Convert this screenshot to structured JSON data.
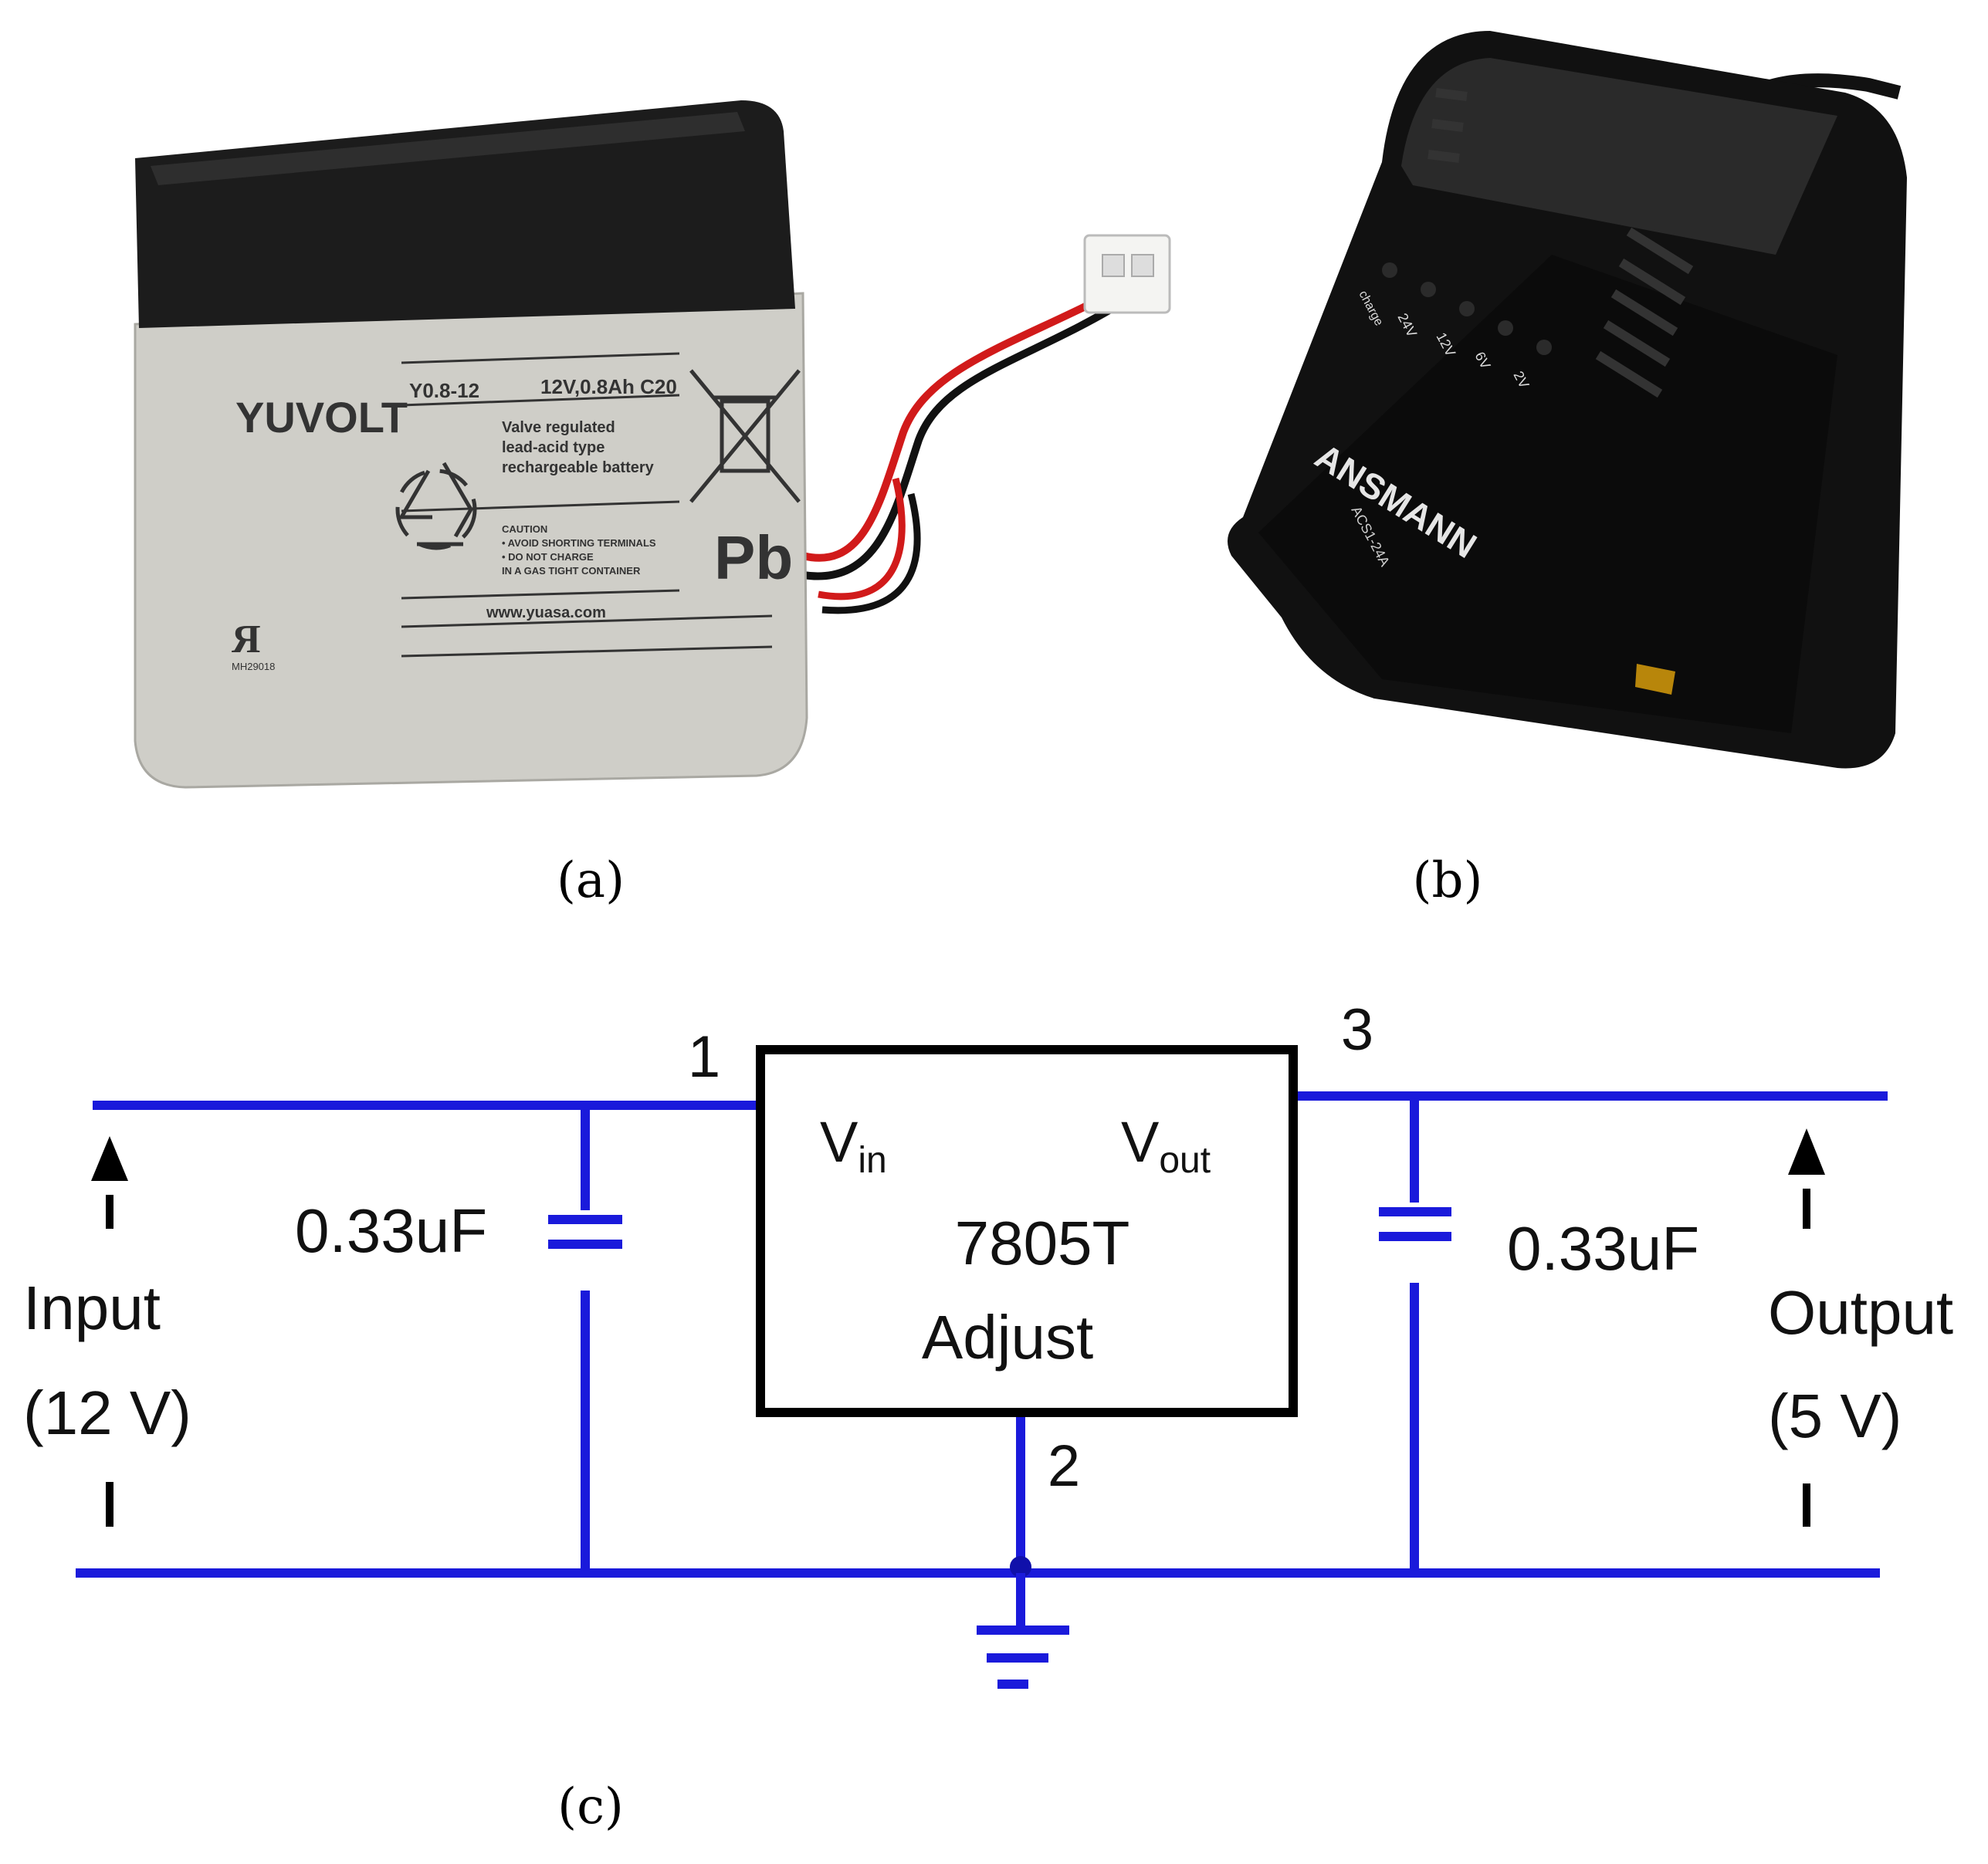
{
  "panels": {
    "a": {
      "caption": "(a)"
    },
    "b": {
      "caption": "(b)"
    },
    "c": {
      "caption": "(c)"
    }
  },
  "battery": {
    "brand": "YUVOLT",
    "model": "Y0.8-12",
    "rating": "12V,0.8Ah C20",
    "desc_line1": "Valve regulated",
    "desc_line2": "lead-acid type",
    "desc_line3": "rechargeable battery",
    "caution_line1": "CAUTION",
    "caution_line2": "• AVOID SHORTING TERMINALS",
    "caution_line3": "• DO NOT CHARGE",
    "caution_line4": "IN A GAS TIGHT CONTAINER",
    "website": "www.yuasa.com",
    "chem_symbol": "Pb",
    "cert_code": "MH29018",
    "body_color": "#cfcec8",
    "lid_color": "#1c1c1c",
    "wire_red": "#d11a1a",
    "wire_black": "#111111"
  },
  "charger": {
    "brand": "ANSMANN",
    "model": "ACS1-24A",
    "leds": [
      "charge",
      "24V",
      "12V",
      "6V",
      "2V"
    ],
    "body_color": "#111111"
  },
  "circuit": {
    "wire_color": "#1a1adb",
    "regulator_part": "7805T",
    "regulator_adjust": "Adjust",
    "vin_main": "V",
    "vin_sub": "in",
    "vout_main": "V",
    "vout_sub": "out",
    "pin1": "1",
    "pin2": "2",
    "pin3": "3",
    "cap_left": "0.33uF",
    "cap_right": "0.33uF",
    "input_label": "Input",
    "input_value": "(12 V)",
    "output_label": "Output",
    "output_value": "(5 V)"
  }
}
